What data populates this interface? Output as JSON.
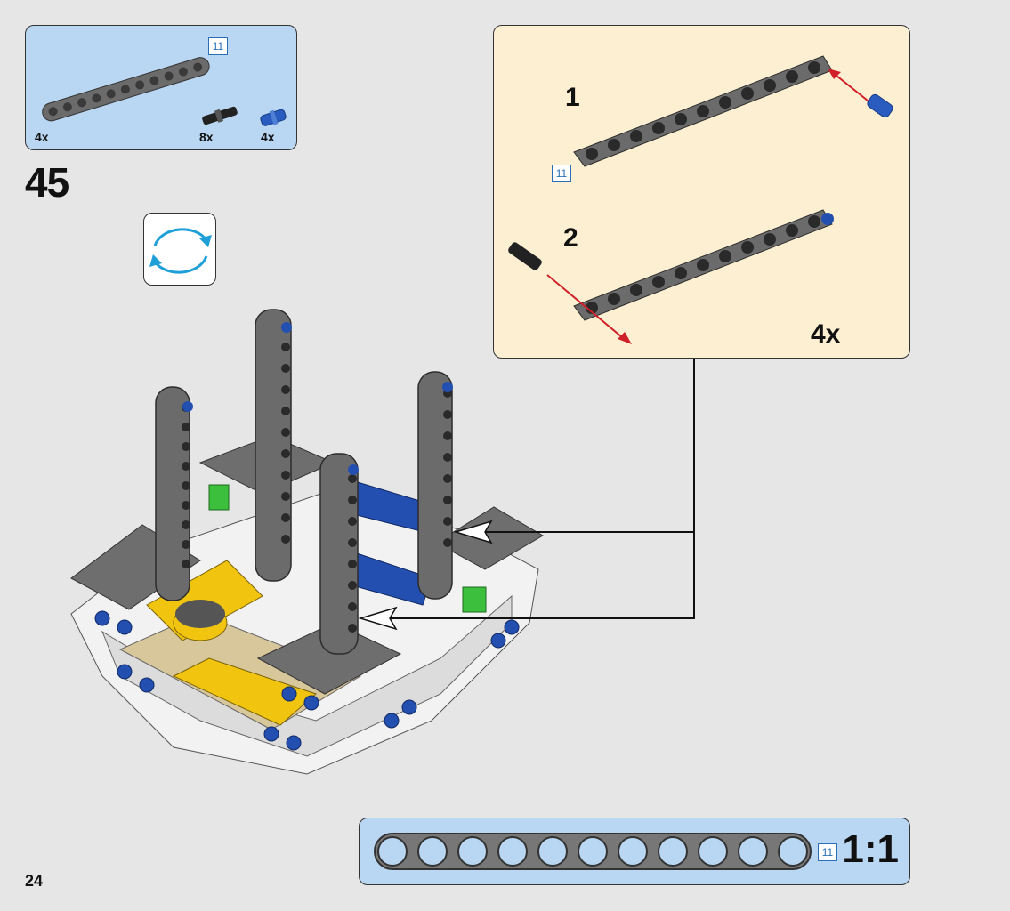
{
  "parts_list": {
    "beam_length": "11",
    "beam_qty": "4x",
    "pin_qty": "8x",
    "axle_pin_qty": "4x"
  },
  "step_number": "45",
  "rotate_icon": "rotate-model-icon",
  "callout": {
    "substep_1": "1",
    "substep_2": "2",
    "beam_length": "11",
    "multiplier": "4x"
  },
  "scale_ruler": {
    "beam_length": "11",
    "scale": "1:1",
    "holes": [
      1,
      2,
      3,
      4,
      5,
      6,
      7,
      8,
      9,
      10,
      11
    ]
  },
  "page_number": "24",
  "colors": {
    "parts_bg": "#b9d6f2",
    "callout_bg": "#fcefd2",
    "beam_gray": "#6b6b6b",
    "blue_pin": "#2050b0",
    "arrow_red": "#d0202a"
  }
}
